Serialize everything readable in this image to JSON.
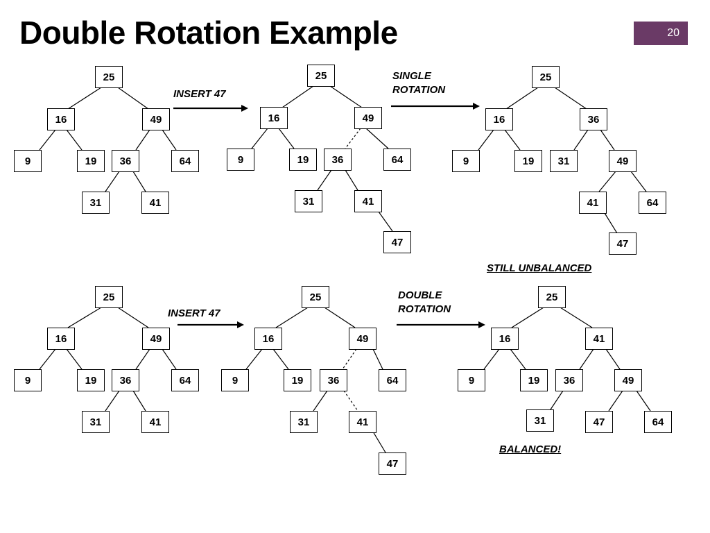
{
  "title": "Double Rotation Example",
  "slide_number": "20",
  "labels": {
    "insert_top": "INSERT 47",
    "insert_bottom": "INSERT 47",
    "single_rotation": "SINGLE ROTATION",
    "double_rotation": "DOUBLE ROTATION",
    "still_unbalanced": "STILL UNBALANCED",
    "balanced": "BALANCED!"
  },
  "trees": [
    {
      "id": "t1",
      "nodes": [
        25,
        16,
        49,
        9,
        19,
        36,
        64,
        31,
        41
      ]
    },
    {
      "id": "t2",
      "nodes": [
        25,
        16,
        49,
        9,
        19,
        36,
        64,
        31,
        41,
        47
      ]
    },
    {
      "id": "t3",
      "nodes": [
        25,
        16,
        36,
        9,
        19,
        31,
        49,
        41,
        64,
        47
      ]
    },
    {
      "id": "t4",
      "nodes": [
        25,
        16,
        49,
        9,
        19,
        36,
        64,
        31,
        41
      ]
    },
    {
      "id": "t5",
      "nodes": [
        25,
        16,
        49,
        9,
        19,
        36,
        64,
        31,
        41,
        47
      ]
    },
    {
      "id": "t6",
      "nodes": [
        25,
        16,
        41,
        9,
        19,
        36,
        49,
        31,
        47,
        64
      ]
    }
  ],
  "colors": {
    "slide_number_bg": "#6a3a66"
  }
}
